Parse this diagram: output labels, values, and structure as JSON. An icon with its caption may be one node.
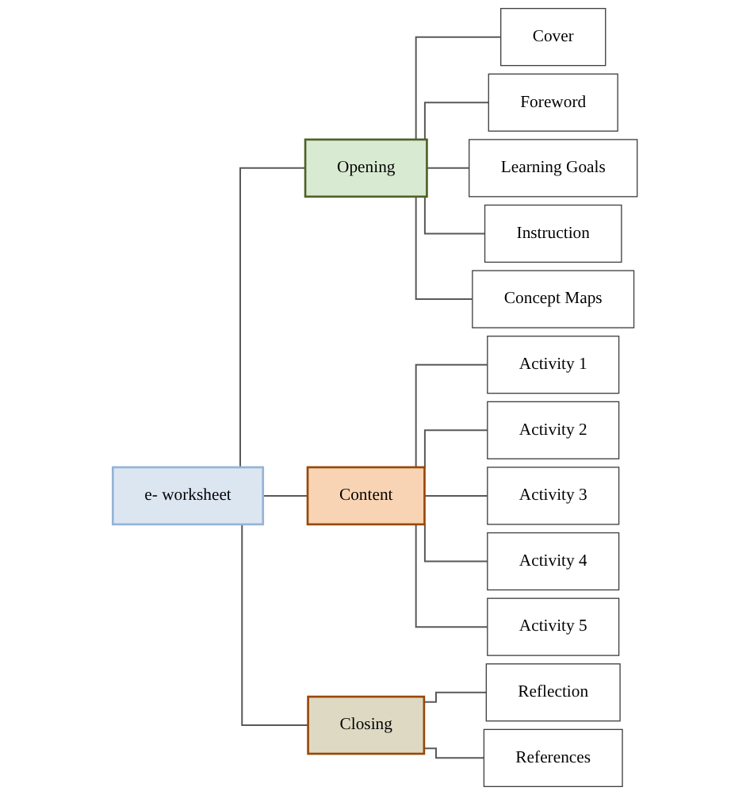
{
  "diagram": {
    "nodes": [
      {
        "text": [
          "e- worksheet"
        ]
      },
      {
        "text": [
          "Opening"
        ]
      },
      {
        "text": [
          "Cover"
        ]
      },
      {
        "text": [
          "Foreword"
        ]
      },
      {
        "text": [
          "Learning Goals"
        ]
      },
      {
        "text": [
          "Instruction"
        ]
      },
      {
        "text": [
          "Concept Maps"
        ]
      },
      {
        "text": [
          "Content"
        ]
      },
      {
        "text": [
          "Activity 1"
        ]
      },
      {
        "text": [
          "Activity 2"
        ]
      },
      {
        "text": [
          "Activity 3"
        ]
      },
      {
        "text": [
          "Activity 4"
        ]
      },
      {
        "text": [
          "Activity 5"
        ]
      },
      {
        "text": [
          "Closing"
        ]
      },
      {
        "text": [
          "Reflection"
        ]
      },
      {
        "text": [
          "References"
        ]
      }
    ],
    "edges": [
      {
        "from": 0,
        "to": 1,
        "arrow": "none"
      },
      {
        "from": 0,
        "to": 7,
        "arrow": "none"
      },
      {
        "from": 0,
        "to": 13,
        "arrow": "none"
      },
      {
        "from": 1,
        "to": 2,
        "arrow": "none"
      },
      {
        "from": 1,
        "to": 3,
        "arrow": "none"
      },
      {
        "from": 1,
        "to": 4,
        "arrow": "none"
      },
      {
        "from": 1,
        "to": 5,
        "arrow": "none"
      },
      {
        "from": 1,
        "to": 6,
        "arrow": "none"
      },
      {
        "from": 7,
        "to": 8,
        "arrow": "none"
      },
      {
        "from": 7,
        "to": 9,
        "arrow": "none"
      },
      {
        "from": 7,
        "to": 10,
        "arrow": "none"
      },
      {
        "from": 7,
        "to": 11,
        "arrow": "none"
      },
      {
        "from": 7,
        "to": 12,
        "arrow": "none"
      },
      {
        "from": 13,
        "to": 14,
        "arrow": "none"
      },
      {
        "from": 13,
        "to": 15,
        "arrow": "none"
      }
    ]
  }
}
